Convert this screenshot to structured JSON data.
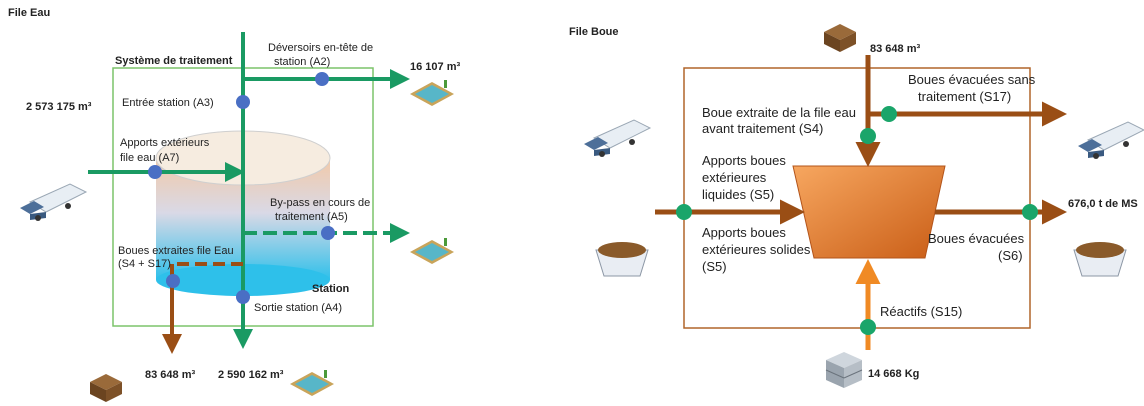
{
  "file_eau": {
    "title": "File Eau",
    "system_label": "Système de traitement",
    "station_label": "Station",
    "volume_in": "2 573 175 m³",
    "entree": "Entrée station (A3)",
    "apports_1": "Apports extérieurs",
    "apports_2": "file eau (A7)",
    "deversoirs_1": "Déversoirs en-tête de",
    "deversoirs_2": "station (A2)",
    "volume_deversoirs": "16 107 m³",
    "bypass_1": "By-pass en cours de",
    "bypass_2": "traitement (A5)",
    "boues_1": "Boues extraites file Eau",
    "boues_2": "(S4 + S17)",
    "sortie": "Sortie station (A4)",
    "volume_boues": "83 648 m³",
    "volume_sortie": "2 590 162 m³",
    "colors": {
      "water": "#1a9a63",
      "sludge": "#9a4e15",
      "node": "#4a6fc4",
      "frame": "#7cc46a"
    }
  },
  "file_boue": {
    "title": "File Boue",
    "volume_top": "83 648 m³",
    "boue_extraite_1": "Boue extraite de la file eau",
    "boue_extraite_2": "avant traitement (S4)",
    "evacuees_sans_1": "Boues évacuées sans",
    "evacuees_sans_2": "traitement (S17)",
    "liquides_1": "Apports boues",
    "liquides_2": "extérieures",
    "liquides_3": "liquides (S5)",
    "solides_1": "Apports boues",
    "solides_2": "extérieures solides",
    "solides_3": "(S5)",
    "evacuees_1": "Boues évacuées",
    "evacuees_2": "(S6)",
    "ms": "676,0 t de MS",
    "reactifs": "Réactifs (S15)",
    "reactifs_qty": "14 668 Kg",
    "colors": {
      "flow": "#9a4e15",
      "reactif": "#f08a24",
      "node": "#1aa56a",
      "frame": "#b0652a",
      "hopper": "#e07a2e"
    }
  }
}
